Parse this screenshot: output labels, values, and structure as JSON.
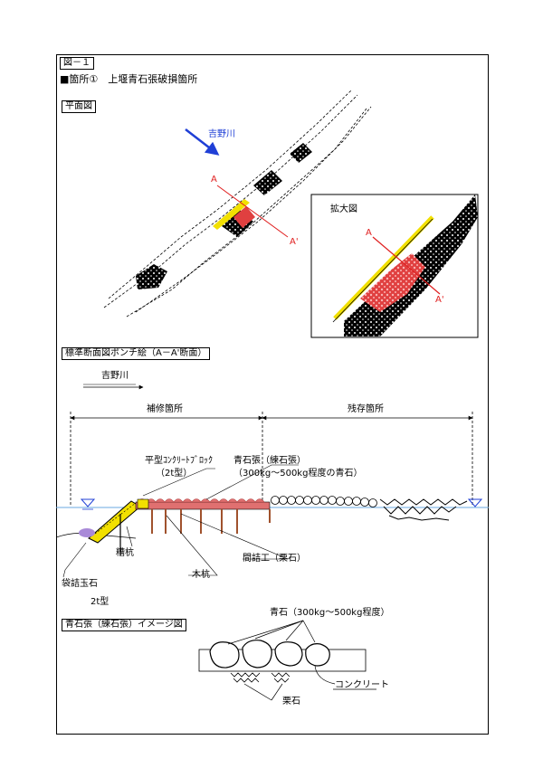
{
  "figure_number": "図－１",
  "title": "■箇所①　上堰青石張破損箇所",
  "plan": {
    "label": "平面図",
    "river_name": "吉野川",
    "section_a": "A",
    "section_a_prime": "A'",
    "enlarged_label": "拡大図",
    "enlarged_a": "A",
    "enlarged_a_prime": "A'"
  },
  "section": {
    "label": "標準断面図ポンチ絵（A－A'断面）",
    "flow_label": "吉野川",
    "repair_area": "補修箇所",
    "remaining_area": "残存箇所",
    "block_label": "平型ｺﾝｸﾘｰﾄﾌﾞﾛｯｸ",
    "block_size": "（2t型）",
    "stone_label": "青石張（練石張）",
    "stone_note": "（300kg～500kg程度の青石）",
    "pile_label": "糟杭",
    "timber_pile_label": "木杭",
    "fill_label": "間詰工（栗石）",
    "bag_label": "袋詰玉石",
    "bag_size": "2t型"
  },
  "image": {
    "label": "青石張（練石張）イメージ図",
    "stone_label": "青石（300kg～500kg程度）",
    "concrete_label": "コンクリート",
    "gravel_label": "栗石"
  },
  "colors": {
    "river_arrow": "#1f3fd6",
    "section_line": "#e02020",
    "damage_fill": "#e04040",
    "stone_row": "#e07070",
    "yellow_edge": "#f2e000",
    "water": "#6aa8e0",
    "bag": "#a98ad8"
  }
}
